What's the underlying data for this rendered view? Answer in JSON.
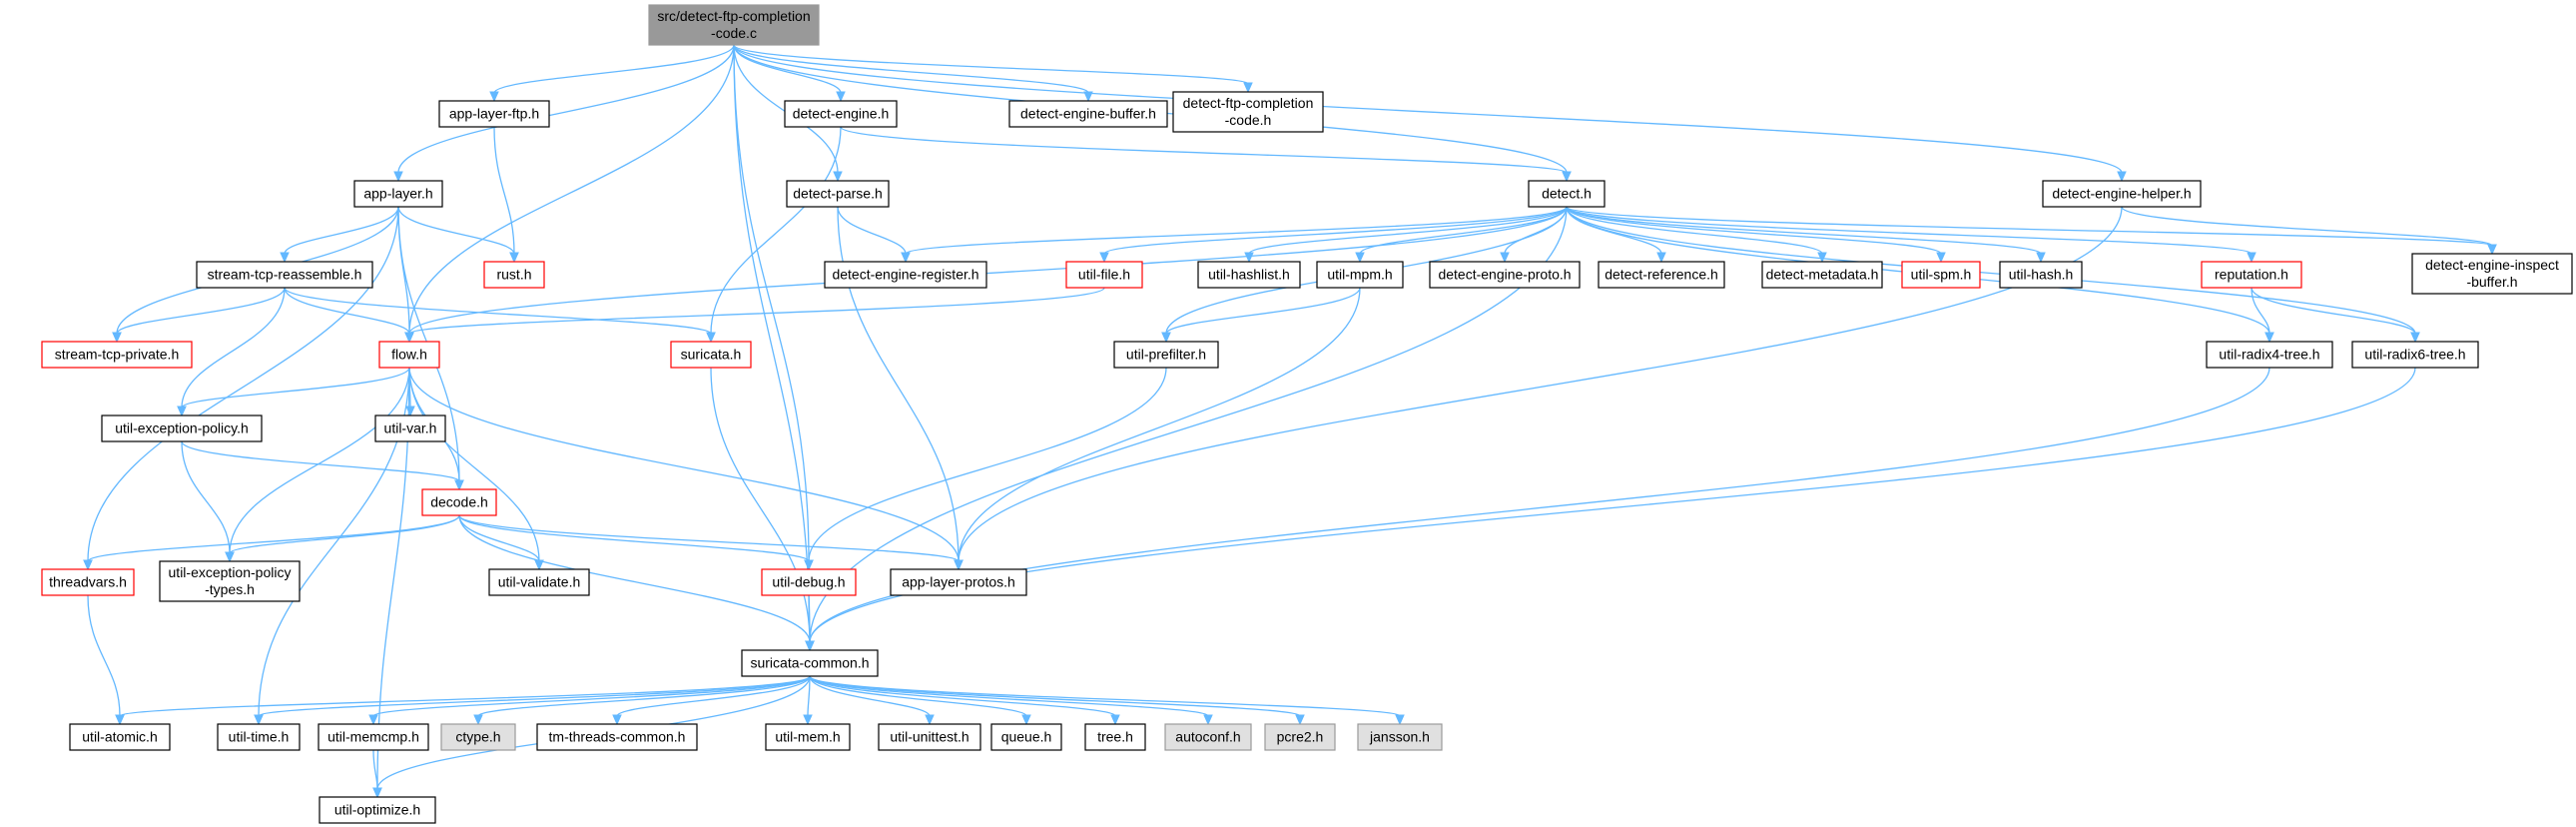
{
  "colors": {
    "edge": "#63b8ff",
    "normal_fill": "#ffffff",
    "normal_border": "#000000",
    "truncated_border": "#ff0000",
    "root_fill": "#999999",
    "external_fill": "#e0e0e0",
    "external_border": "#999999"
  },
  "nodes": [
    {
      "id": "root",
      "lines": [
        "src/detect-ftp-completion",
        "-code.c"
      ],
      "kind": "root"
    },
    {
      "id": "app-layer-ftp",
      "lines": [
        "app-layer-ftp.h"
      ],
      "kind": "normal"
    },
    {
      "id": "detect-engine",
      "lines": [
        "detect-engine.h"
      ],
      "kind": "normal"
    },
    {
      "id": "detect-engine-buffer",
      "lines": [
        "detect-engine-buffer.h"
      ],
      "kind": "normal"
    },
    {
      "id": "detect-ftp-completion-code",
      "lines": [
        "detect-ftp-completion",
        "-code.h"
      ],
      "kind": "normal"
    },
    {
      "id": "app-layer",
      "lines": [
        "app-layer.h"
      ],
      "kind": "normal"
    },
    {
      "id": "detect-parse",
      "lines": [
        "detect-parse.h"
      ],
      "kind": "normal"
    },
    {
      "id": "detect",
      "lines": [
        "detect.h"
      ],
      "kind": "normal"
    },
    {
      "id": "detect-engine-helper",
      "lines": [
        "detect-engine-helper.h"
      ],
      "kind": "normal"
    },
    {
      "id": "rust",
      "lines": [
        "rust.h"
      ],
      "kind": "truncated"
    },
    {
      "id": "stream-tcp-reassemble",
      "lines": [
        "stream-tcp-reassemble.h"
      ],
      "kind": "normal"
    },
    {
      "id": "detect-engine-register",
      "lines": [
        "detect-engine-register.h"
      ],
      "kind": "normal"
    },
    {
      "id": "util-file",
      "lines": [
        "util-file.h"
      ],
      "kind": "truncated"
    },
    {
      "id": "util-hashlist",
      "lines": [
        "util-hashlist.h"
      ],
      "kind": "normal"
    },
    {
      "id": "util-mpm",
      "lines": [
        "util-mpm.h"
      ],
      "kind": "normal"
    },
    {
      "id": "detect-engine-proto",
      "lines": [
        "detect-engine-proto.h"
      ],
      "kind": "normal"
    },
    {
      "id": "detect-reference",
      "lines": [
        "detect-reference.h"
      ],
      "kind": "normal"
    },
    {
      "id": "detect-metadata",
      "lines": [
        "detect-metadata.h"
      ],
      "kind": "normal"
    },
    {
      "id": "util-spm",
      "lines": [
        "util-spm.h"
      ],
      "kind": "truncated"
    },
    {
      "id": "util-hash",
      "lines": [
        "util-hash.h"
      ],
      "kind": "normal"
    },
    {
      "id": "reputation",
      "lines": [
        "reputation.h"
      ],
      "kind": "truncated"
    },
    {
      "id": "detect-engine-inspect-buffer",
      "lines": [
        "detect-engine-inspect",
        "-buffer.h"
      ],
      "kind": "normal"
    },
    {
      "id": "stream-tcp-private",
      "lines": [
        "stream-tcp-private.h"
      ],
      "kind": "truncated"
    },
    {
      "id": "flow",
      "lines": [
        "flow.h"
      ],
      "kind": "truncated"
    },
    {
      "id": "suricata",
      "lines": [
        "suricata.h"
      ],
      "kind": "truncated"
    },
    {
      "id": "util-prefilter",
      "lines": [
        "util-prefilter.h"
      ],
      "kind": "normal"
    },
    {
      "id": "util-radix4-tree",
      "lines": [
        "util-radix4-tree.h"
      ],
      "kind": "normal"
    },
    {
      "id": "util-radix6-tree",
      "lines": [
        "util-radix6-tree.h"
      ],
      "kind": "normal"
    },
    {
      "id": "util-exception-policy",
      "lines": [
        "util-exception-policy.h"
      ],
      "kind": "normal"
    },
    {
      "id": "util-var",
      "lines": [
        "util-var.h"
      ],
      "kind": "normal"
    },
    {
      "id": "decode",
      "lines": [
        "decode.h"
      ],
      "kind": "truncated"
    },
    {
      "id": "threadvars",
      "lines": [
        "threadvars.h"
      ],
      "kind": "truncated"
    },
    {
      "id": "util-exception-policy-types",
      "lines": [
        "util-exception-policy",
        "-types.h"
      ],
      "kind": "normal"
    },
    {
      "id": "util-validate",
      "lines": [
        "util-validate.h"
      ],
      "kind": "normal"
    },
    {
      "id": "util-debug",
      "lines": [
        "util-debug.h"
      ],
      "kind": "truncated"
    },
    {
      "id": "app-layer-protos",
      "lines": [
        "app-layer-protos.h"
      ],
      "kind": "normal"
    },
    {
      "id": "suricata-common",
      "lines": [
        "suricata-common.h"
      ],
      "kind": "normal"
    },
    {
      "id": "util-atomic",
      "lines": [
        "util-atomic.h"
      ],
      "kind": "normal"
    },
    {
      "id": "util-time",
      "lines": [
        "util-time.h"
      ],
      "kind": "normal"
    },
    {
      "id": "util-memcmp",
      "lines": [
        "util-memcmp.h"
      ],
      "kind": "normal"
    },
    {
      "id": "ctype",
      "lines": [
        "ctype.h"
      ],
      "kind": "external"
    },
    {
      "id": "tm-threads-common",
      "lines": [
        "tm-threads-common.h"
      ],
      "kind": "normal"
    },
    {
      "id": "util-mem",
      "lines": [
        "util-mem.h"
      ],
      "kind": "normal"
    },
    {
      "id": "util-unittest",
      "lines": [
        "util-unittest.h"
      ],
      "kind": "normal"
    },
    {
      "id": "queue",
      "lines": [
        "queue.h"
      ],
      "kind": "normal"
    },
    {
      "id": "tree",
      "lines": [
        "tree.h"
      ],
      "kind": "normal"
    },
    {
      "id": "autoconf",
      "lines": [
        "autoconf.h"
      ],
      "kind": "external"
    },
    {
      "id": "pcre2",
      "lines": [
        "pcre2.h"
      ],
      "kind": "external"
    },
    {
      "id": "jansson",
      "lines": [
        "jansson.h"
      ],
      "kind": "external"
    },
    {
      "id": "util-optimize",
      "lines": [
        "util-optimize.h"
      ],
      "kind": "normal"
    }
  ],
  "edges": [
    [
      "root",
      "app-layer-ftp"
    ],
    [
      "root",
      "detect-engine"
    ],
    [
      "root",
      "detect-engine-buffer"
    ],
    [
      "root",
      "detect-ftp-completion-code"
    ],
    [
      "root",
      "app-layer"
    ],
    [
      "root",
      "detect-parse"
    ],
    [
      "root",
      "detect"
    ],
    [
      "root",
      "detect-engine-helper"
    ],
    [
      "root",
      "flow"
    ],
    [
      "root",
      "util-debug"
    ],
    [
      "root",
      "suricata-common"
    ],
    [
      "app-layer-ftp",
      "rust"
    ],
    [
      "detect-engine",
      "detect"
    ],
    [
      "detect-engine",
      "suricata"
    ],
    [
      "app-layer",
      "rust"
    ],
    [
      "app-layer",
      "stream-tcp-reassemble"
    ],
    [
      "app-layer",
      "stream-tcp-private"
    ],
    [
      "app-layer",
      "flow"
    ],
    [
      "app-layer",
      "decode"
    ],
    [
      "app-layer",
      "threadvars"
    ],
    [
      "detect-parse",
      "detect-engine-register"
    ],
    [
      "detect-parse",
      "app-layer-protos"
    ],
    [
      "detect",
      "detect-engine-register"
    ],
    [
      "detect",
      "util-file"
    ],
    [
      "detect",
      "util-hashlist"
    ],
    [
      "detect",
      "util-mpm"
    ],
    [
      "detect",
      "detect-engine-proto"
    ],
    [
      "detect",
      "detect-reference"
    ],
    [
      "detect",
      "detect-metadata"
    ],
    [
      "detect",
      "util-spm"
    ],
    [
      "detect",
      "util-hash"
    ],
    [
      "detect",
      "reputation"
    ],
    [
      "detect",
      "detect-engine-inspect-buffer"
    ],
    [
      "detect",
      "flow"
    ],
    [
      "detect",
      "util-prefilter"
    ],
    [
      "detect",
      "util-radix4-tree"
    ],
    [
      "detect",
      "util-radix6-tree"
    ],
    [
      "detect",
      "suricata-common"
    ],
    [
      "detect-engine-helper",
      "detect-engine-inspect-buffer"
    ],
    [
      "detect-engine-helper",
      "app-layer-protos"
    ],
    [
      "stream-tcp-reassemble",
      "stream-tcp-private"
    ],
    [
      "stream-tcp-reassemble",
      "flow"
    ],
    [
      "stream-tcp-reassemble",
      "suricata"
    ],
    [
      "stream-tcp-reassemble",
      "util-exception-policy"
    ],
    [
      "util-file",
      "flow"
    ],
    [
      "util-mpm",
      "util-prefilter"
    ],
    [
      "util-mpm",
      "app-layer-protos"
    ],
    [
      "reputation",
      "util-radix4-tree"
    ],
    [
      "reputation",
      "util-radix6-tree"
    ],
    [
      "flow",
      "util-exception-policy"
    ],
    [
      "flow",
      "util-var"
    ],
    [
      "flow",
      "decode"
    ],
    [
      "flow",
      "util-exception-policy-types"
    ],
    [
      "flow",
      "util-validate"
    ],
    [
      "flow",
      "app-layer-protos"
    ],
    [
      "flow",
      "util-time"
    ],
    [
      "flow",
      "util-optimize"
    ],
    [
      "suricata",
      "suricata-common"
    ],
    [
      "util-prefilter",
      "util-debug"
    ],
    [
      "util-radix4-tree",
      "suricata-common"
    ],
    [
      "util-radix6-tree",
      "suricata-common"
    ],
    [
      "util-exception-policy",
      "decode"
    ],
    [
      "util-exception-policy",
      "util-exception-policy-types"
    ],
    [
      "decode",
      "threadvars"
    ],
    [
      "decode",
      "util-exception-policy-types"
    ],
    [
      "decode",
      "util-validate"
    ],
    [
      "decode",
      "util-debug"
    ],
    [
      "decode",
      "app-layer-protos"
    ],
    [
      "decode",
      "suricata-common"
    ],
    [
      "threadvars",
      "util-atomic"
    ],
    [
      "util-debug",
      "suricata-common"
    ],
    [
      "suricata-common",
      "util-atomic"
    ],
    [
      "suricata-common",
      "util-time"
    ],
    [
      "suricata-common",
      "util-memcmp"
    ],
    [
      "suricata-common",
      "ctype"
    ],
    [
      "suricata-common",
      "tm-threads-common"
    ],
    [
      "suricata-common",
      "util-mem"
    ],
    [
      "suricata-common",
      "util-unittest"
    ],
    [
      "suricata-common",
      "queue"
    ],
    [
      "suricata-common",
      "tree"
    ],
    [
      "suricata-common",
      "autoconf"
    ],
    [
      "suricata-common",
      "pcre2"
    ],
    [
      "suricata-common",
      "jansson"
    ],
    [
      "suricata-common",
      "util-optimize"
    ],
    [
      "util-memcmp",
      "util-optimize"
    ]
  ]
}
